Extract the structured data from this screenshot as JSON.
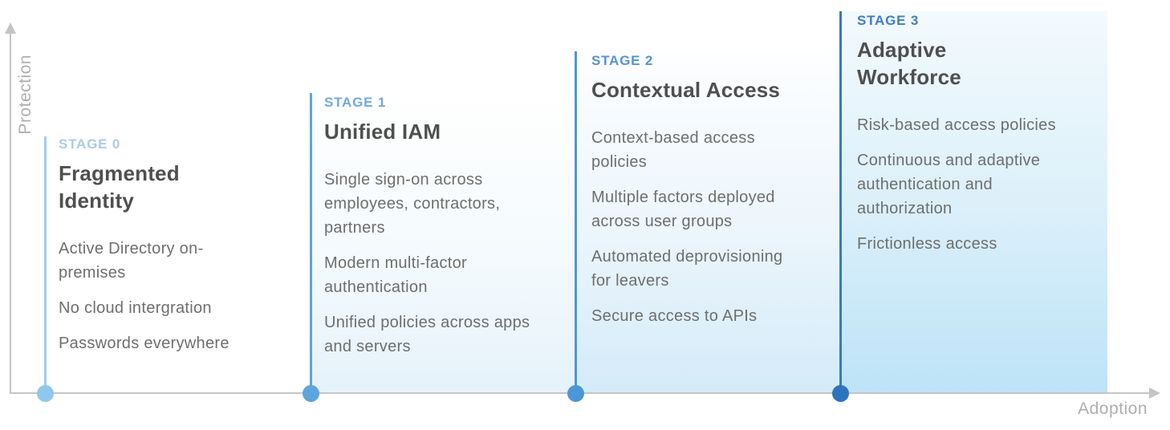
{
  "axes": {
    "y_label": "Protection",
    "x_label": "Adoption",
    "axis_color": "#c5c5c5",
    "label_color": "#aeaeae"
  },
  "stages": [
    {
      "label": "STAGE 0",
      "title": "Fragmented\nIdentity",
      "items": [
        "Active Directory on-premises",
        "No cloud intergration",
        "Passwords everywhere"
      ],
      "accent_color": "#9fcdee",
      "label_color": "#aacbea",
      "dot_color": "#90c7ed"
    },
    {
      "label": "STAGE 1",
      "title": "Unified IAM",
      "items": [
        "Single sign-on across employees, contractors, partners",
        "Modern multi-factor authentication",
        "Unified policies across apps and servers"
      ],
      "accent_color": "#5ca5dd",
      "label_color": "#70a9dc",
      "dot_color": "#5ca5dd",
      "panel_bottom_color": "#e5f2fa"
    },
    {
      "label": "STAGE 2",
      "title": "Contextual Access",
      "items": [
        "Context-based access policies",
        "Multiple factors deployed across user groups",
        "Automated deprovisioning for leavers",
        "Secure access to APIs"
      ],
      "accent_color": "#4c97d6",
      "label_color": "#5593d1",
      "dot_color": "#4c97d6",
      "panel_bottom_color": "#d4ebf8"
    },
    {
      "label": "STAGE 3",
      "title": "Adaptive\nWorkforce",
      "items": [
        "Risk-based access policies",
        "Continuous and adaptive authentication and authorization",
        "Frictionless access"
      ],
      "accent_color": "#3579c4",
      "label_color": "#3e7dc9",
      "dot_color": "#2d73bf",
      "panel_bottom_color": "#bde3f7"
    }
  ]
}
